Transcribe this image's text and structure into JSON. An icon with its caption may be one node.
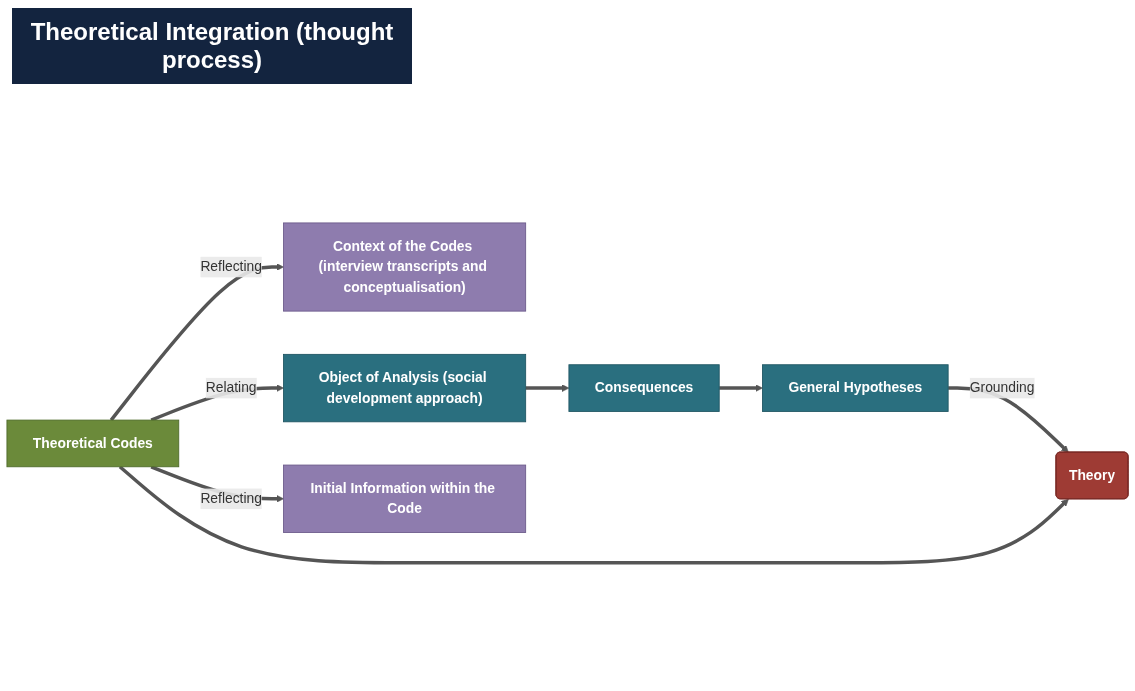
{
  "diagram": {
    "title": "Theoretical Integration (thought process)",
    "nodes": [
      {
        "text": [
          "Context of the Codes (interview transcripts and conceptualisation)"
        ]
      },
      {
        "text": [
          "Theoretical Codes"
        ]
      },
      {
        "text": [
          "Object of Analysis (social development approach)"
        ]
      },
      {
        "text": [
          "Initial Information within the Code"
        ]
      },
      {
        "text": [
          "Consequences"
        ]
      },
      {
        "text": [
          "Theory"
        ]
      },
      {
        "text": [
          "General Hypotheses"
        ]
      }
    ],
    "edges": [
      {
        "from": 1,
        "to": 0,
        "arrow": "to",
        "label": "Reflecting"
      },
      {
        "from": 1,
        "to": 3,
        "arrow": "to",
        "label": "Reflecting"
      },
      {
        "from": 1,
        "to": 2,
        "arrow": "to",
        "label": "Relating"
      },
      {
        "from": 2,
        "to": 4,
        "arrow": "to"
      },
      {
        "from": 4,
        "to": 6,
        "arrow": "to"
      },
      {
        "from": 6,
        "to": 5,
        "arrow": "to",
        "label": "Grounding"
      },
      {
        "from": 1,
        "to": 5,
        "arrow": "to"
      }
    ]
  }
}
